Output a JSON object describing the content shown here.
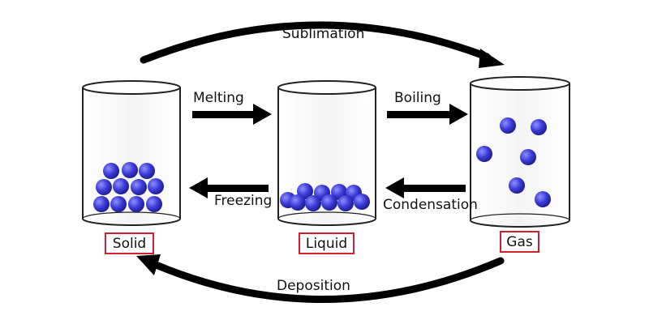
{
  "states": {
    "solid": "Solid",
    "liquid": "Liquid",
    "gas": "Gas"
  },
  "processes": {
    "sublimation": "Sublimation",
    "melting": "Melting",
    "boiling": "Boiling",
    "freezing": "Freezing",
    "condensation": "Condensation",
    "deposition": "Deposition"
  },
  "colors": {
    "particle": "#3a3ad6",
    "arrow": "#000000",
    "label_border": "#d02030",
    "beaker_stroke": "#222222"
  }
}
